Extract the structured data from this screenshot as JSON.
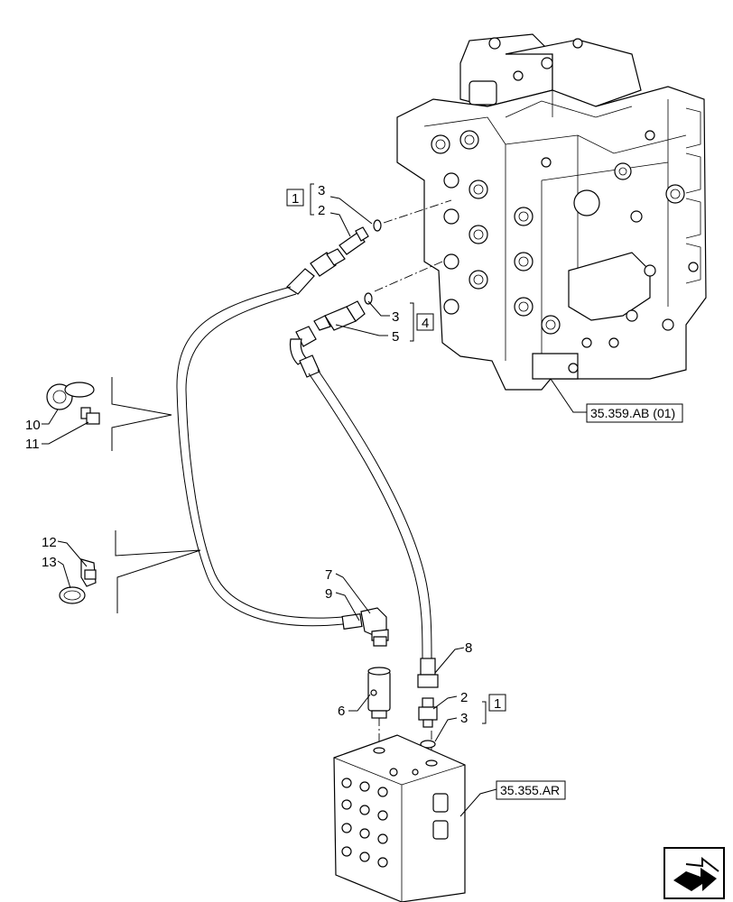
{
  "callouts": {
    "c3_top": "3",
    "c2_top": "2",
    "c3_mid": "3",
    "c5_mid": "5",
    "c10": "10",
    "c11": "11",
    "c12": "12",
    "c13": "13",
    "c7": "7",
    "c9": "9",
    "c6": "6",
    "c8": "8",
    "c2_bot": "2",
    "c3_bot": "3"
  },
  "boxes": {
    "box_top": "1",
    "box_mid": "4",
    "box_bot": "1"
  },
  "references": {
    "main_valve": "35.359.AB (01)",
    "block": "35.355.AR"
  },
  "icons": {
    "nav": "next-page-arrow-icon"
  }
}
